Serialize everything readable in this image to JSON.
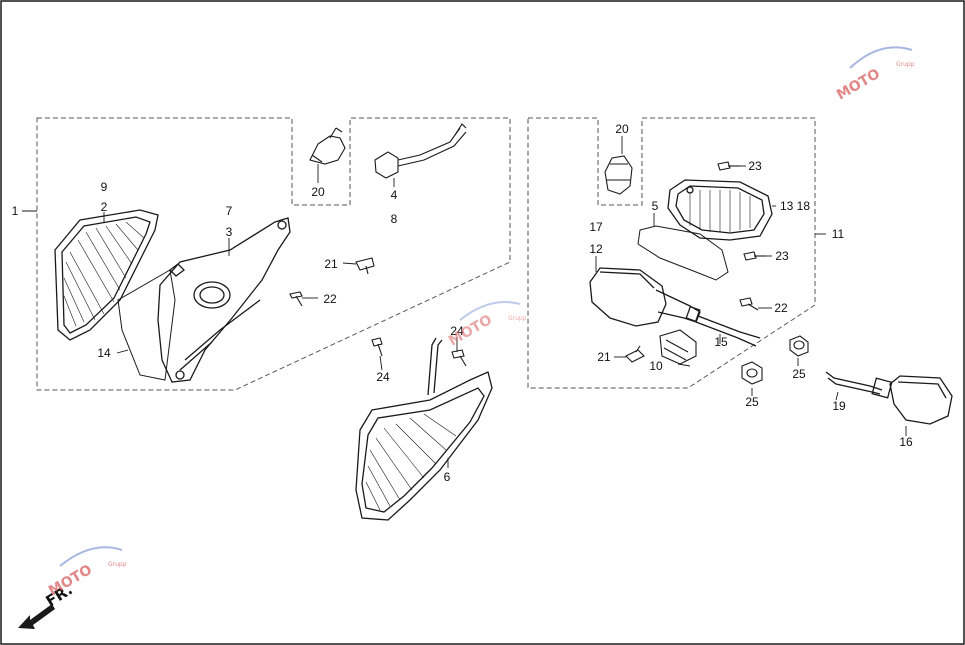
{
  "diagram": {
    "callouts": {
      "c1": "1",
      "c9": "9",
      "c2": "2",
      "c7": "7",
      "c3": "3",
      "c20a": "20",
      "c4": "4",
      "c8": "8",
      "c21a": "21",
      "c22a": "22",
      "c14": "14",
      "c24a": "24",
      "c24b": "24",
      "c6": "6",
      "c20b": "20",
      "c23a": "23",
      "c13_18": "13 18",
      "c5": "5",
      "c17": "17",
      "c12": "12",
      "c11": "11",
      "c23b": "23",
      "c22b": "22",
      "c15": "15",
      "c21b": "21",
      "c10": "10",
      "c25a": "25",
      "c25b": "25",
      "c19": "19",
      "c16": "16"
    },
    "front_arrow_label": "FR.",
    "watermark_text": "MOTO",
    "watermark_sub": "Grupp",
    "colors": {
      "line": "#1a1a1a",
      "dash": "#555555",
      "watermark": "#d96060"
    }
  }
}
